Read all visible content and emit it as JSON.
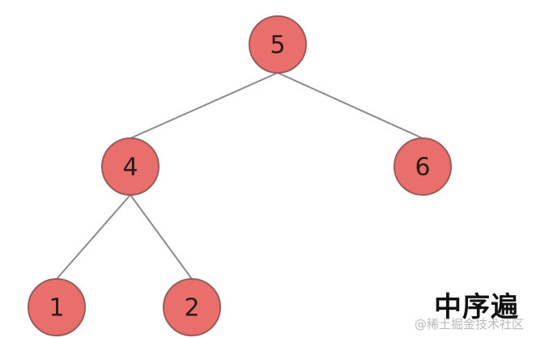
{
  "diagram": {
    "nodes": [
      {
        "id": "n5",
        "label": "5"
      },
      {
        "id": "n4",
        "label": "4"
      },
      {
        "id": "n6",
        "label": "6"
      },
      {
        "id": "n1",
        "label": "1"
      },
      {
        "id": "n2",
        "label": "2"
      }
    ],
    "edges": [
      {
        "from": "n5",
        "to": "n4"
      },
      {
        "from": "n5",
        "to": "n6"
      },
      {
        "from": "n4",
        "to": "n1"
      },
      {
        "from": "n4",
        "to": "n2"
      }
    ]
  },
  "caption": "中序遍",
  "watermark": "@稀土掘金技术社区",
  "colors": {
    "node_fill": "#e96f6c",
    "node_stroke": "#9b5a58",
    "edge": "#8a8a8a"
  }
}
